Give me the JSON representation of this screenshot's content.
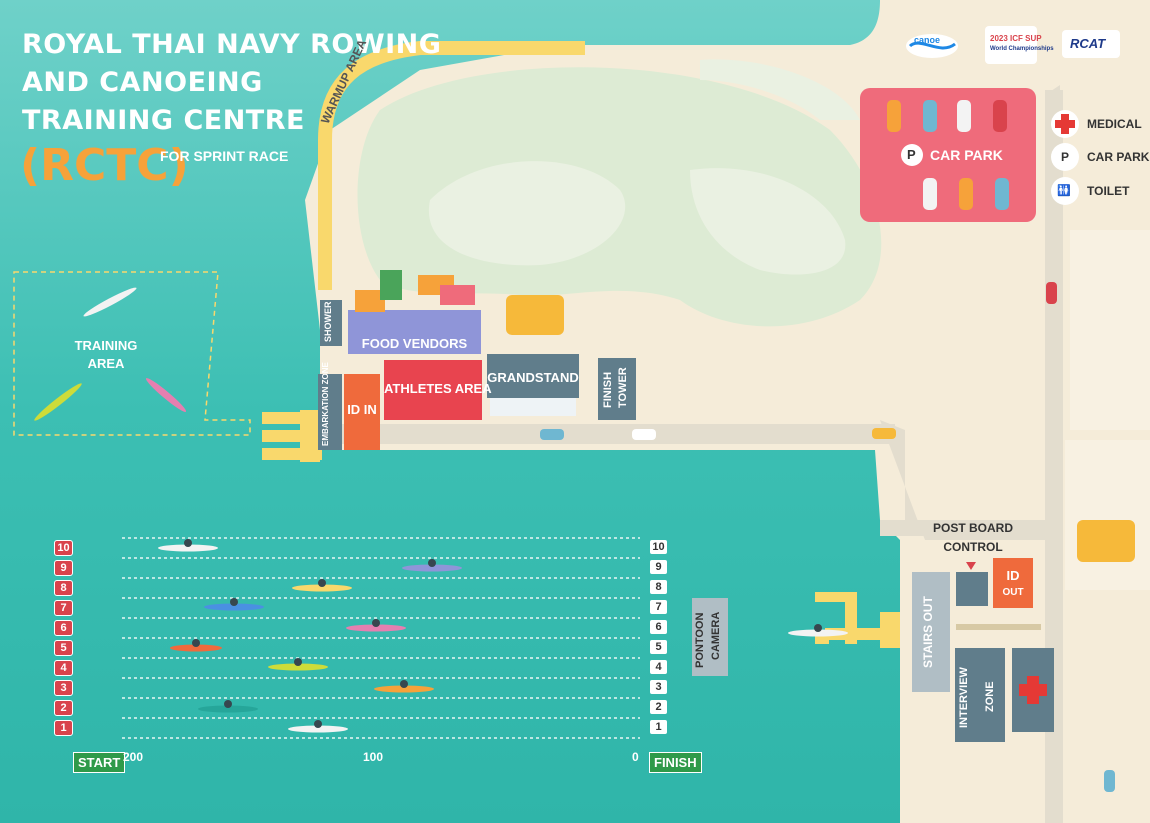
{
  "title": {
    "line1": "ROYAL THAI NAVY ROWING",
    "line2": "AND CANOEING",
    "line3": "TRAINING CENTRE",
    "abbr": "(RCTC)",
    "subtitle": "FOR SPRINT RACE"
  },
  "logos": {
    "logo1": "canoe",
    "logo2_year": "2023 ICF SUP",
    "logo2_sub": "World Championships",
    "logo3": "RCAT"
  },
  "areas": {
    "warmup": "WARMUP AREA",
    "training_line1": "TRAINING",
    "training_line2": "AREA",
    "shower": "SHOWER",
    "food_vendors": "FOOD VENDORS",
    "embarkation": "EMBARKATION ZONE",
    "id_in": "ID IN",
    "athletes_area": "ATHLETES AREA",
    "grandstand": "GRANDSTAND",
    "finish_tower_1": "FINISH",
    "finish_tower_2": "TOWER",
    "car_park": "CAR PARK",
    "post_board_1": "POST BOARD",
    "post_board_2": "CONTROL",
    "id_out_1": "ID",
    "id_out_2": "OUT",
    "stairs_out": "STAIRS OUT",
    "interview_1": "INTERVIEW",
    "interview_2": "ZONE",
    "pontoon_1": "PONTOON",
    "pontoon_2": "CAMERA"
  },
  "legend": [
    {
      "icon": "medical-cross-icon",
      "label": "MEDICAL"
    },
    {
      "icon": "parking-icon",
      "label": "CAR PARK"
    },
    {
      "icon": "toilet-icon",
      "label": "TOILET"
    }
  ],
  "course": {
    "lanes": [
      "10",
      "9",
      "8",
      "7",
      "6",
      "5",
      "4",
      "3",
      "2",
      "1"
    ],
    "start": "START",
    "finish": "FINISH",
    "dist_start": "200",
    "dist_mid": "100",
    "dist_end": "0",
    "parking_glyph": "P"
  },
  "colors": {
    "water": "#3cbfb3",
    "land": "#f5ecd9",
    "grass": "#ddebd4",
    "road": "#e3ddce",
    "warmup": "#f9d86c",
    "car_park": "#ef6b7b",
    "athletes": "#e8444f",
    "id_in": "#ef6a3c",
    "food": "#8f95d8",
    "building": "#607d8b",
    "title_accent": "#f6a23a"
  }
}
